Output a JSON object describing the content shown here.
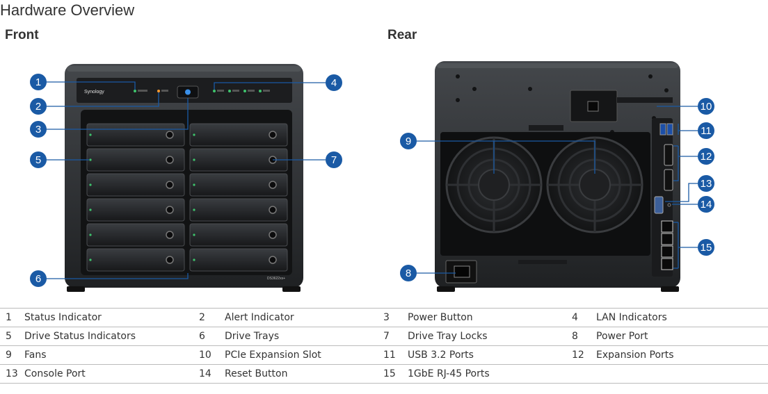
{
  "header": {
    "title": "Hardware Overview",
    "front_label": "Front",
    "rear_label": "Rear"
  },
  "device": {
    "brand": "Synology",
    "model": "DS3622xs+"
  },
  "callouts": {
    "c1": "1",
    "c2": "2",
    "c3": "3",
    "c4": "4",
    "c5": "5",
    "c6": "6",
    "c7": "7",
    "c8": "8",
    "c9": "9",
    "c10": "10",
    "c11": "11",
    "c12": "12",
    "c13": "13",
    "c14": "14",
    "c15": "15"
  },
  "legend": [
    [
      {
        "num": "1",
        "label": "Status Indicator"
      },
      {
        "num": "2",
        "label": "Alert Indicator"
      },
      {
        "num": "3",
        "label": "Power Button"
      },
      {
        "num": "4",
        "label": "LAN Indicators"
      }
    ],
    [
      {
        "num": "5",
        "label": "Drive Status Indicators"
      },
      {
        "num": "6",
        "label": "Drive Trays"
      },
      {
        "num": "7",
        "label": "Drive Tray Locks"
      },
      {
        "num": "8",
        "label": "Power Port"
      }
    ],
    [
      {
        "num": "9",
        "label": "Fans"
      },
      {
        "num": "10",
        "label": "PCIe Expansion Slot"
      },
      {
        "num": "11",
        "label": "USB 3.2 Ports"
      },
      {
        "num": "12",
        "label": "Expansion Ports"
      }
    ],
    [
      {
        "num": "13",
        "label": "Console Port"
      },
      {
        "num": "14",
        "label": "Reset Button"
      },
      {
        "num": "15",
        "label": "1GbE RJ-45 Ports"
      },
      {
        "num": "",
        "label": ""
      }
    ]
  ],
  "colors": {
    "callout": "#1a5aa5",
    "chassis": "#2b2d30",
    "background": "#ffffff"
  }
}
